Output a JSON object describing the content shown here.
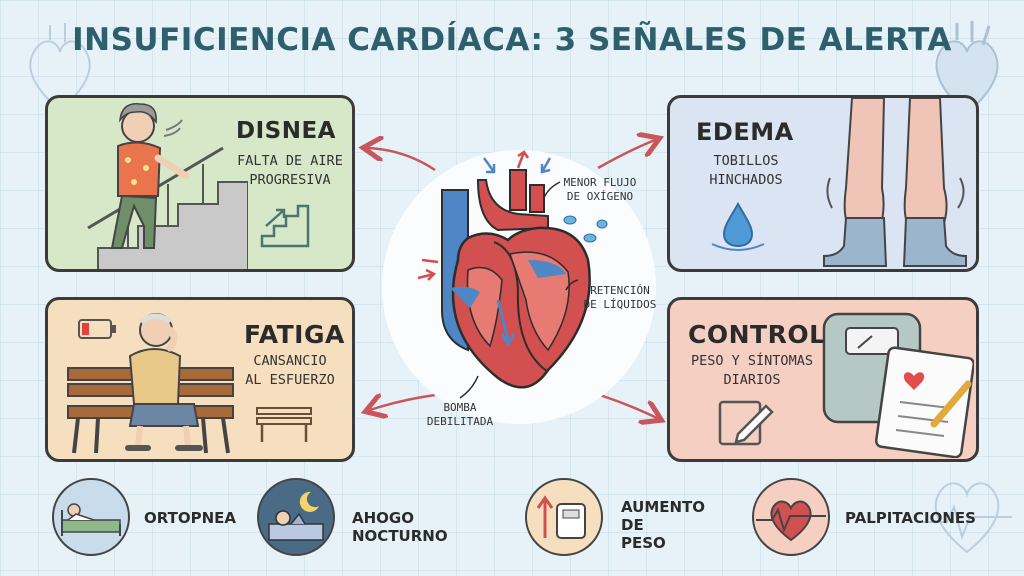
{
  "title": "INSUFICIENCIA CARDÍACA: 3 SEÑALES DE ALERTA",
  "cards": {
    "disnea": {
      "title": "DISNEA",
      "line1": "FALTA DE AIRE",
      "line2": "PROGRESIVA"
    },
    "fatiga": {
      "title": "FATIGA",
      "line1": "CANSANCIO",
      "line2": "AL ESFUERZO"
    },
    "edema": {
      "title": "EDEMA",
      "line1": "TOBILLOS",
      "line2": "HINCHADOS"
    },
    "control": {
      "title": "CONTROL",
      "line1": "PESO Y SÍNTOMAS",
      "line2": "DIARIOS"
    }
  },
  "heart_labels": {
    "flow": {
      "line1": "MENOR FLUJO",
      "line2": "DE OXÍGENO"
    },
    "fluid": {
      "line1": "RETENCIÓN",
      "line2": "DE LÍQUIDOS"
    },
    "pump": {
      "line1": "BOMBA",
      "line2": "DEBILITADA"
    }
  },
  "bottom_items": {
    "ortopnea": {
      "line1": "ORTOPNEA",
      "line2": ""
    },
    "ahogo": {
      "line1": "AHOGO NOCTURNO",
      "line2": ""
    },
    "peso": {
      "line1": "AUMENTO DE",
      "line2": "PESO"
    },
    "palpitaciones": {
      "line1": "PALPITACIONES",
      "line2": ""
    }
  },
  "icons": {
    "disnea": "woman-climbing-stairs-icon",
    "fatiga": "tired-man-on-bench-icon",
    "edema": "swollen-ankles-icon",
    "control": "scale-and-notebook-icon",
    "heart": "heart-anatomy-icon"
  },
  "colors": {
    "title": "#2d5f6c",
    "disnea_bg": "#d7e8c9",
    "fatiga_bg": "#f6dfbf",
    "edema_bg": "#dbe4f3",
    "control_bg": "#f5cfc2",
    "arrow": "#c9565a",
    "heart_red": "#d2504f",
    "vein_blue": "#4f86c6"
  }
}
